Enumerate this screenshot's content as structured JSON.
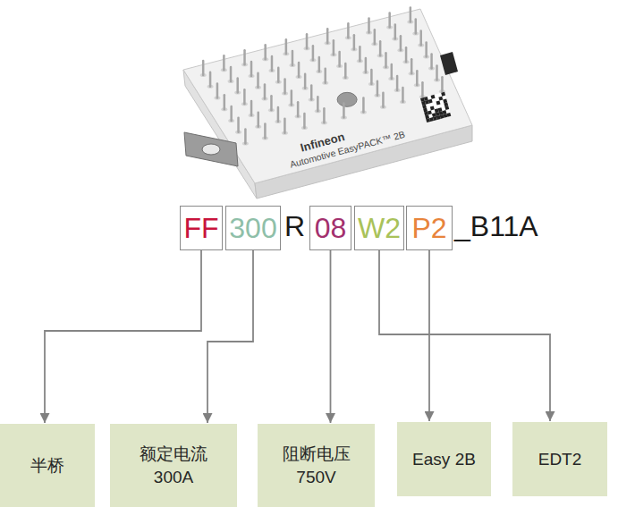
{
  "diagram": {
    "nodes": [
      {
        "text": [
          "FF"
        ]
      },
      {
        "text": [
          "300"
        ]
      },
      {
        "text": [
          "08"
        ]
      },
      {
        "text": [
          "W2"
        ]
      },
      {
        "text": [
          "P2"
        ]
      },
      {
        "text": [
          "半桥"
        ]
      },
      {
        "text": [
          "额定电流 300A"
        ]
      },
      {
        "text": [
          "阻断电压 750V"
        ]
      },
      {
        "text": [
          "Easy 2B"
        ]
      },
      {
        "text": [
          "EDT2"
        ]
      }
    ],
    "edges": [
      {
        "from": 0,
        "to": 5,
        "arrow": "to"
      },
      {
        "from": 1,
        "to": 6,
        "arrow": "to"
      },
      {
        "from": 2,
        "to": 7,
        "arrow": "to"
      },
      {
        "from": 3,
        "to": 8,
        "arrow": "to"
      },
      {
        "from": 4,
        "to": 9,
        "arrow": "to"
      }
    ],
    "labels": [
      "R",
      "_B11A",
      "Infineon",
      "Automotive EasyPACK™ 2B"
    ]
  }
}
